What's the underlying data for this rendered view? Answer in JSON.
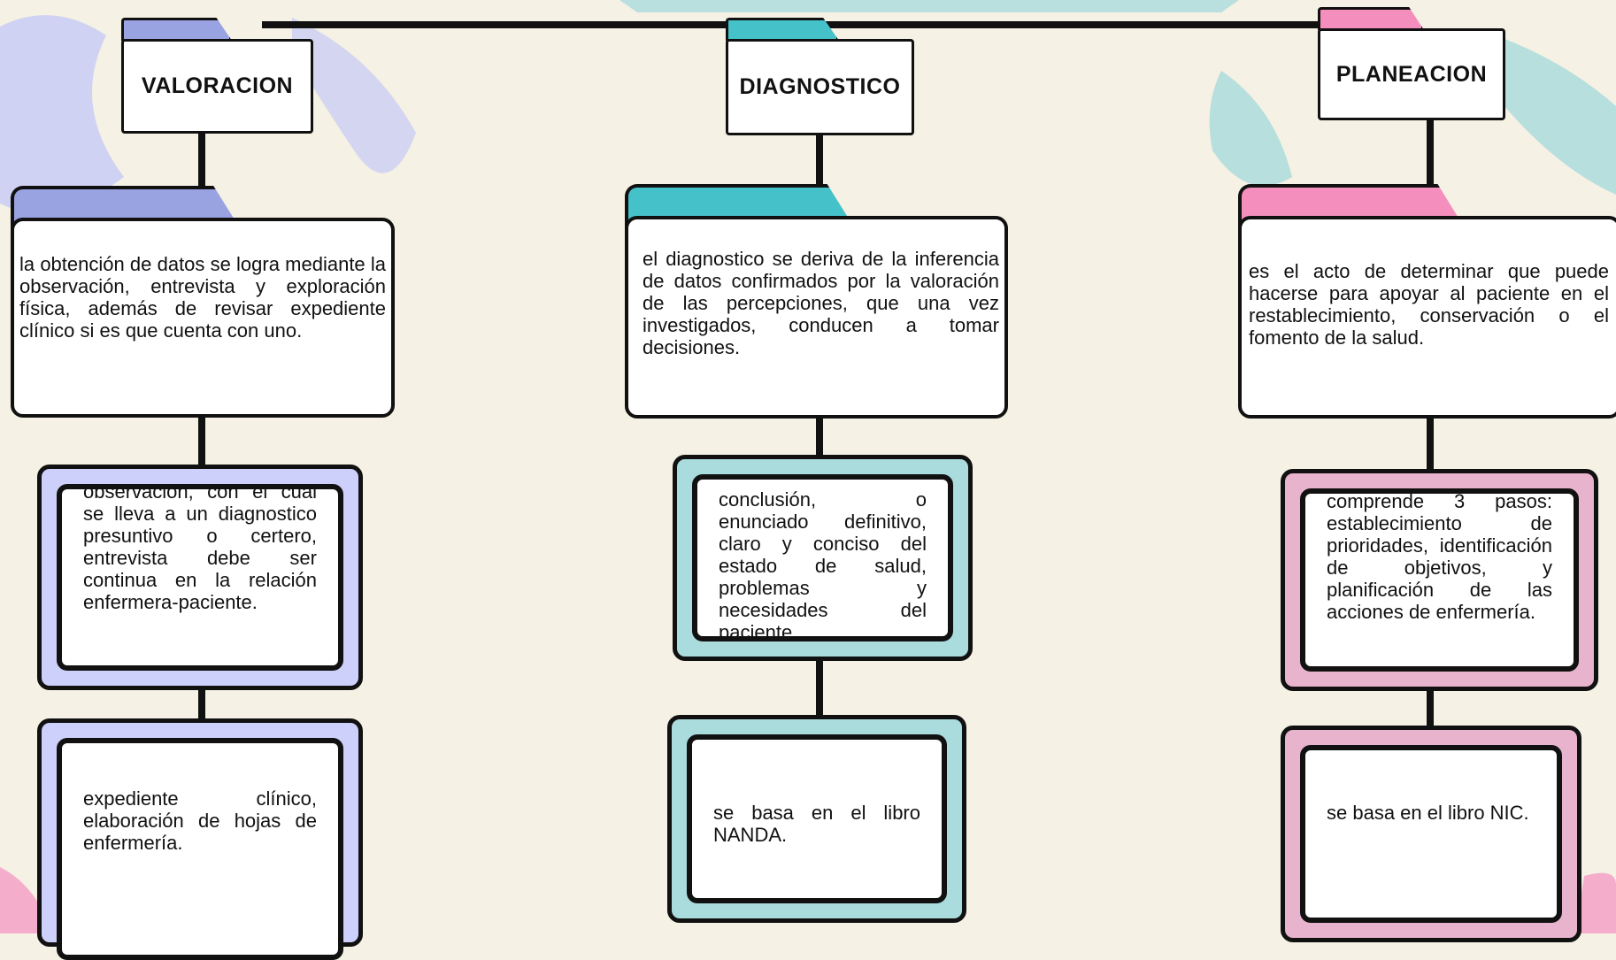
{
  "colors": {
    "valoracion": "#9aa3e2",
    "diagnostico": "#45c2c9",
    "planeacion": "#f48fbd",
    "valoracion_frame": "#cdd0fa",
    "diagnostico_frame": "#aadcdd",
    "planeacion_frame": "#e8b3cd",
    "background": "#f5f1e4",
    "line": "#111111"
  },
  "columns": [
    {
      "title": "VALORACION",
      "description": "la obtención de datos se logra mediante la observación, entrevista y exploración física, además de revisar expediente clínico si es que cuenta con uno.",
      "detail_1": "observación, con el cual se lleva a un diagnostico presuntivo o certero, entrevista debe ser continua en la relación enfermera-paciente.",
      "detail_2": "expediente clínico, elaboración de hojas de enfermería."
    },
    {
      "title": "DIAGNOSTICO",
      "description": "el diagnostico se deriva de la inferencia de datos confirmados por la valoración de las percepciones, que una vez investigados, conducen a tomar decisiones.",
      "detail_1": "conclusión, o enunciado definitivo, claro y conciso del estado de salud, problemas y necesidades del paciente.",
      "detail_2": "se basa en el libro NANDA."
    },
    {
      "title": "PLANEACION",
      "description": "es el acto de determinar que puede hacerse para apoyar al paciente en el restablecimiento, conservación  o el fomento de la salud.",
      "detail_1": "comprende 3 pasos: establecimiento de prioridades, identificación de objetivos, y planificación de las acciones de enfermería.",
      "detail_2": "se basa en el libro NIC."
    }
  ]
}
